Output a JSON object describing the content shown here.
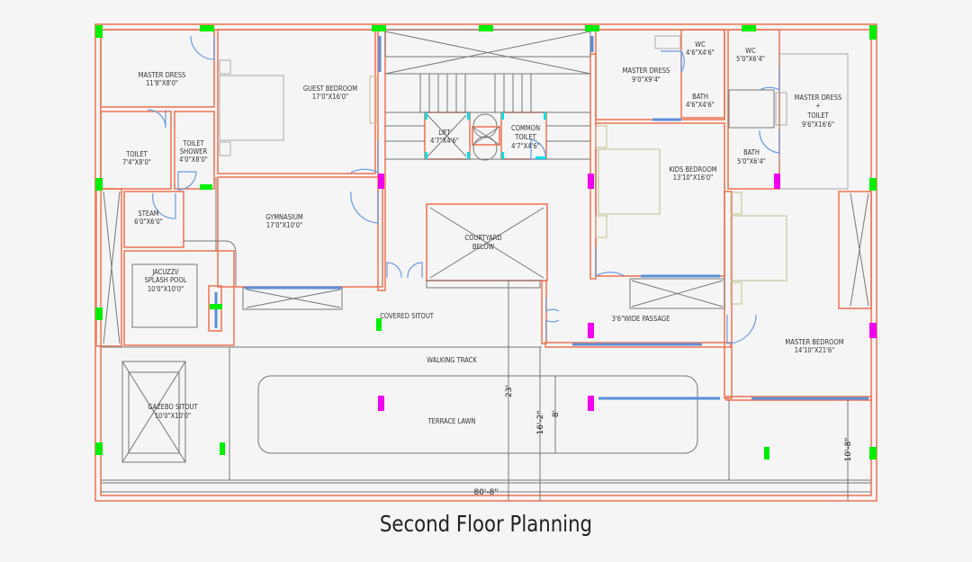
{
  "caption": "Second Floor Planning",
  "rooms": {
    "master_dress_1": {
      "name": "MASTER DRESS",
      "size": "11'8\"X8'0\""
    },
    "toilet": {
      "name": "TOILET",
      "size": "7'4\"X8'0\""
    },
    "toilet_shower": {
      "name1": "TOILET",
      "name2": "SHOWER",
      "size": "4'0\"X8'0\""
    },
    "steam": {
      "name": "STEAM",
      "size": "6'0\"X6'0\""
    },
    "jacuzzi": {
      "name1": "JACUZZI/",
      "name2": "SPLASH POOL",
      "size": "10'0\"X10'0\""
    },
    "guest_bedroom": {
      "name": "GUEST BEDROOM",
      "size": "17'0\"X16'0\""
    },
    "gymnasium": {
      "name": "GYMNASIUM",
      "size": "17'0\"X10'0\""
    },
    "lift": {
      "name": "LIFT",
      "size": "4'7\"X4'6\""
    },
    "common_toilet": {
      "name1": "COMMON",
      "name2": "TOILET",
      "size": "4'7\"X4'6\""
    },
    "courtyard": {
      "name1": "COURTYARD",
      "name2": "BELOW"
    },
    "covered_sitout": {
      "name": "COVERED SITOUT"
    },
    "master_dress_2": {
      "name": "MASTER DRESS",
      "size": "9'0\"X9'4\""
    },
    "wc_1": {
      "name": "WC",
      "size": "4'6\"X4'6\""
    },
    "bath_1": {
      "name": "BATH",
      "size": "4'6\"X4'6\""
    },
    "wc_2": {
      "name": "WC",
      "size": "5'0\"X6'4\""
    },
    "master_dress_toilet": {
      "name1": "MASTER DRESS",
      "plus": "+",
      "name2": "TOILET",
      "size": "9'6\"X16'6\""
    },
    "bath_2": {
      "name": "BATH",
      "size": "5'0\"X6'4\""
    },
    "kids_bedroom": {
      "name": "KIDS BEDROOM",
      "size": "13'10\"X16'0\""
    },
    "passage": {
      "name": "3'6\"WIDE PASSAGE"
    },
    "master_bedroom": {
      "name": "MASTER BEDROOM",
      "size": "14'10\"X21'6\""
    },
    "walking_track": {
      "name": "WALKING TRACK"
    },
    "terrace_lawn": {
      "name": "TERRACE LAWN"
    },
    "gazebo": {
      "name": "GAZEBO SITOUT",
      "size": "10'0\"X10'0\""
    }
  },
  "dimensions": {
    "overall_width": "80'-8\"",
    "d23": "23'",
    "d16_2": "16'-2\"",
    "d8": "8'",
    "d10_8": "10'-8\""
  },
  "colors": {
    "wall": "#f0795a",
    "column": "#00ee00",
    "column_alt": "#ee00ee",
    "glazing": "#5b8fd8"
  }
}
